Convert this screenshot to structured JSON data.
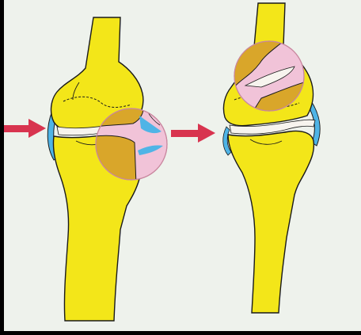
{
  "colors": {
    "background": "#eef2ec",
    "bone": "#f3e619",
    "bone_shadow": "#d9a62a",
    "outline": "#1a1a1a",
    "cartilage": "#f7f4ee",
    "magnifier_fill": "#f1c3d8",
    "magnifier_stroke": "#c9879f",
    "ligament_blue": "#4fb4e6",
    "arrow_red": "#d8344f",
    "border": "#000000"
  },
  "figures": [
    {
      "name": "left-joint",
      "arrow": "arrow-red",
      "magnifier": "lateral",
      "icon": "knee-joint-icon"
    },
    {
      "name": "right-joint",
      "arrow": "arrow-red",
      "magnifier": "femoral-condyle",
      "icon": "knee-joint-icon"
    }
  ]
}
